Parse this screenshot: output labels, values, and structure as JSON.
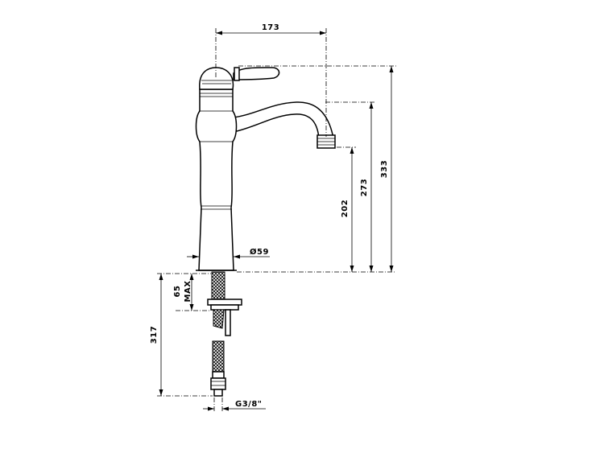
{
  "drawing": {
    "dimensions": {
      "spout_reach": "173",
      "total_height": "333",
      "spout_top_height": "273",
      "spout_outlet_height": "202",
      "base_diameter": "Ø59",
      "max_deck_thickness_value": "65",
      "max_deck_thickness_label": "MAX",
      "hose_length": "317",
      "hose_thread": "G3/8\""
    }
  }
}
